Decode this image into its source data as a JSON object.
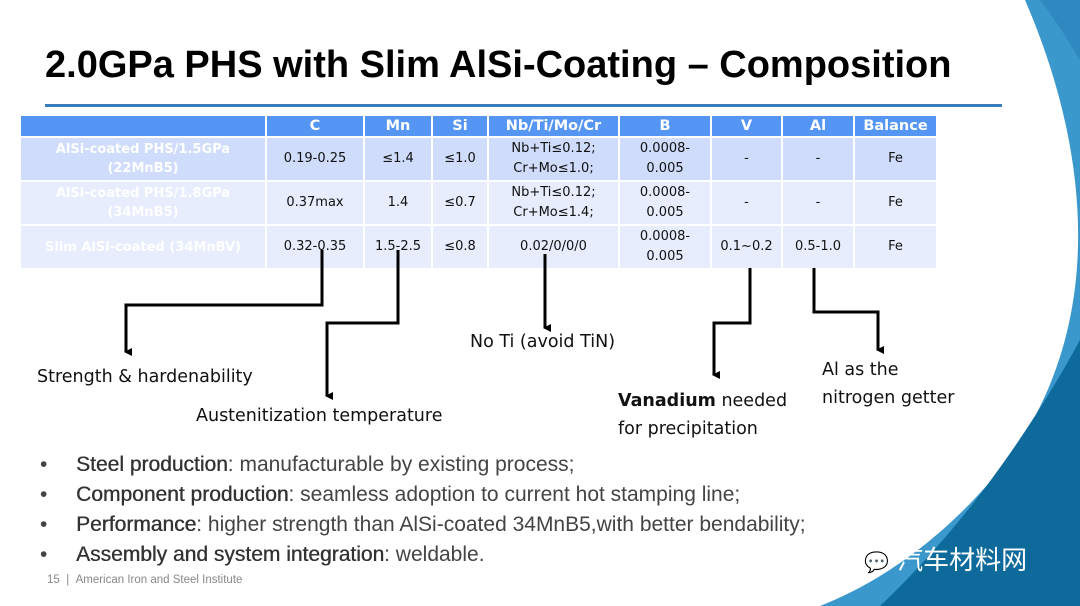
{
  "title": "2.0GPa PHS with Slim AlSi-Coating – Composition",
  "table": {
    "headers": [
      "",
      "C",
      "Mn",
      "Si",
      "Nb/Ti/Mo/Cr",
      "B",
      "V",
      "Al",
      "Balance"
    ],
    "rows": [
      {
        "label": [
          "AlSi-coated PHS/1.5GPa",
          "(22MnB5)"
        ],
        "C": "0.19-0.25",
        "Mn": "≤1.4",
        "Si": "≤1.0",
        "Nb": [
          "Nb+Ti≤0.12;",
          "Cr+Mo≤1.0;"
        ],
        "B": [
          "0.0008-",
          "0.005"
        ],
        "V": "-",
        "Al": "-",
        "Balance": "Fe"
      },
      {
        "label": [
          "AlSi-coated PHS/1.8GPa",
          "(34MnB5)"
        ],
        "C": "0.37max",
        "Mn": "1.4",
        "Si": "≤0.7",
        "Nb": [
          "Nb+Ti≤0.12;",
          "Cr+Mo≤1.4;"
        ],
        "B": [
          "0.0008-",
          "0.005"
        ],
        "V": "-",
        "Al": "-",
        "Balance": "Fe"
      },
      {
        "label": [
          "Slim AlSi-coated (34MnBV)"
        ],
        "C": "0.32-0.35",
        "Mn": "1.5-2.5",
        "Si": "≤0.8",
        "Nb": [
          "0.02/0/0/0"
        ],
        "B": [
          "0.0008-",
          "0.005"
        ],
        "V": "0.1~0.2",
        "Al": "0.5-1.0",
        "Balance": "Fe"
      }
    ]
  },
  "annotations": {
    "strength": "Strength & hardenability",
    "austen": "Austenitization temperature",
    "noti": "No Ti (avoid TiN)",
    "vanadium_bold": "Vanadium",
    "vanadium_rest": " needed",
    "vanadium_line2": "for precipitation",
    "al_line1": "Al as the",
    "al_line2": "nitrogen getter"
  },
  "bullets": [
    {
      "bold": "Steel production",
      "text": ": manufacturable by existing process;"
    },
    {
      "bold": "Component production",
      "text": ": seamless adoption to current hot stamping line;"
    },
    {
      "bold": "Performance",
      "text": ": higher strength than AlSi-coated 34MnB5,with better bendability;"
    },
    {
      "bold": "Assembly and system integration",
      "text": ": weldable."
    }
  ],
  "footer": {
    "page": "15",
    "org": "American Iron and Steel Institute",
    "sep": "|"
  },
  "watermark": "汽车材料网",
  "colors": {
    "header": "#5596f5",
    "row1": "#cfdcfb",
    "row2": "#e7edfd",
    "accent": "#3a7dbd"
  }
}
